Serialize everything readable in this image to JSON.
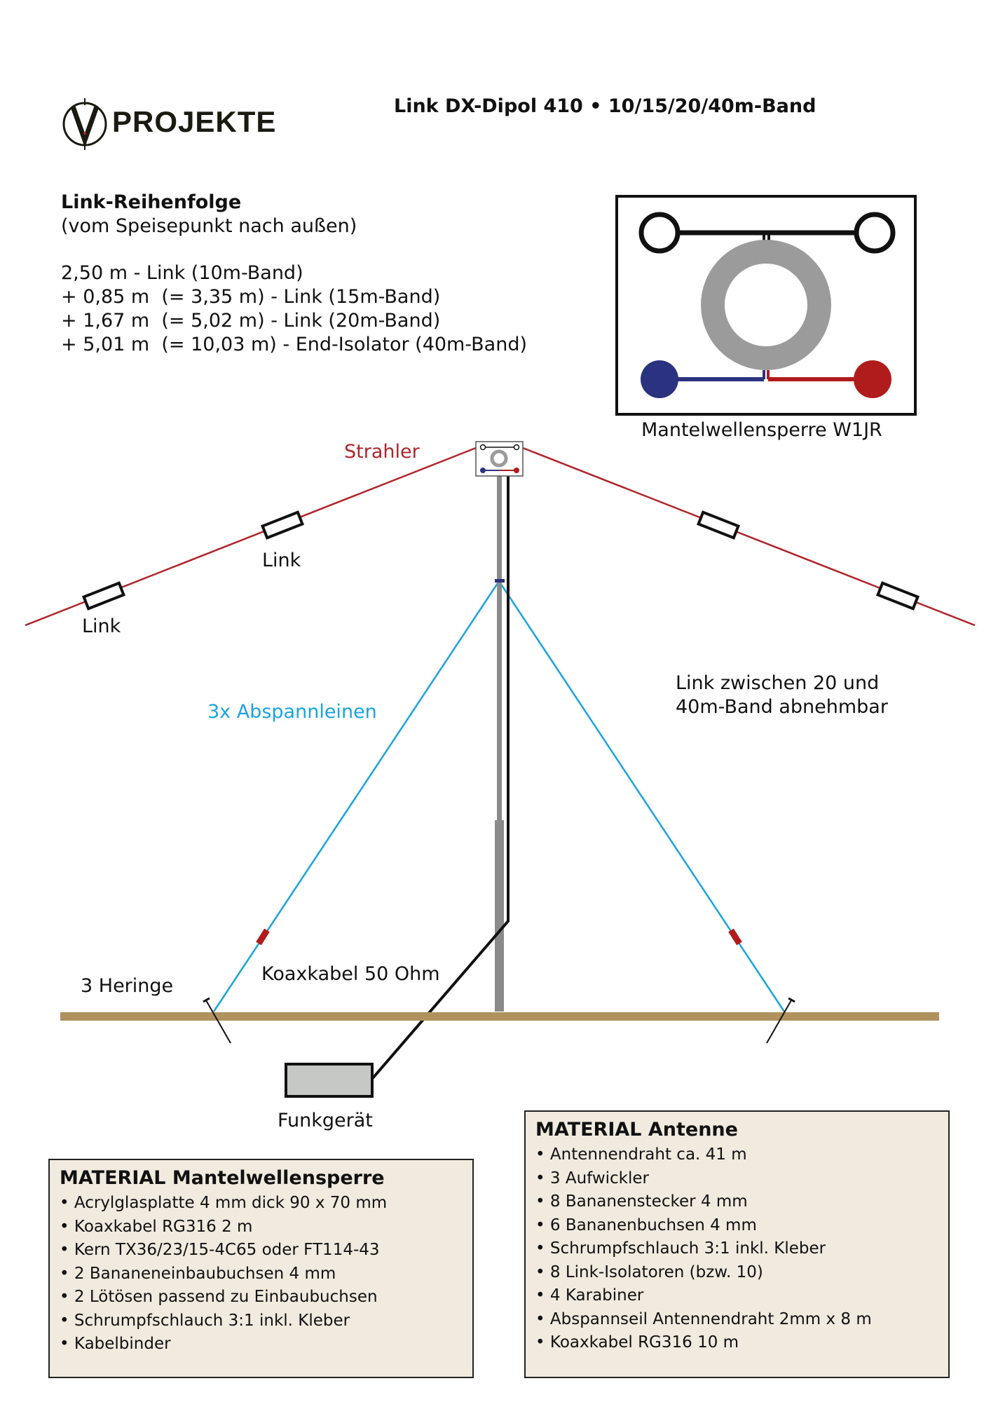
{
  "header": {
    "logo_text": "PROJEKTE",
    "logo_letter": "V",
    "title": "Link DX-Dipol 410 • 10/15/20/40m-Band"
  },
  "link_order": {
    "heading": "Link-Reihenfolge",
    "subheading": "(vom Speisepunkt nach außen)",
    "lines": [
      "2,50 m - Link (10m-Band)",
      "+ 0,85 m  (= 3,35 m) - Link (15m-Band)",
      "+ 1,67 m  (= 5,02 m) - Link (20m-Band)",
      "+ 5,01 m  (= 10,03 m) - End-Isolator (40m-Band)"
    ]
  },
  "balun": {
    "caption": "Mantelwellensperre W1JR"
  },
  "labels": {
    "radiator": "Strahler",
    "link_1": "Link",
    "link_2": "Link",
    "guy_lines": "3x Abspannleinen",
    "link_note_1": "Link zwischen 20 und",
    "link_note_2": "40m-Band abnehmbar",
    "stakes": "3 Heringe",
    "coax": "Koaxkabel 50 Ohm",
    "radio": "Funkgerät"
  },
  "colors": {
    "radiator": "#b0242a",
    "guy": "#1aa3e0",
    "ground": "#b0925e",
    "mast": "#8a8a8a",
    "box_bg": "#f0eadf",
    "blue": "#2b3380",
    "red": "#b01c1c"
  },
  "material_balun": {
    "heading": "MATERIAL Mantelwellensperre",
    "items": [
      "Acrylglasplatte 4 mm dick 90 x 70 mm",
      "Koaxkabel RG316 2 m",
      "Kern TX36/23/15-4C65 oder FT114-43",
      "2 Bananeneinbaubuchsen 4 mm",
      "2 Lötösen passend zu Einbaubuchsen",
      "Schrumpfschlauch 3:1 inkl. Kleber",
      "Kabelbinder"
    ]
  },
  "material_antenna": {
    "heading": "MATERIAL Antenne",
    "items": [
      "Antennendraht ca. 41 m",
      "3 Aufwickler",
      "8 Bananenstecker 4 mm",
      "6 Bananenbuchsen 4 mm",
      "Schrumpfschlauch 3:1 inkl. Kleber",
      "8 Link-Isolatoren (bzw. 10)",
      "4 Karabiner",
      "Abspannseil Antennendraht 2mm x 8 m",
      "Koaxkabel RG316 10 m"
    ]
  }
}
